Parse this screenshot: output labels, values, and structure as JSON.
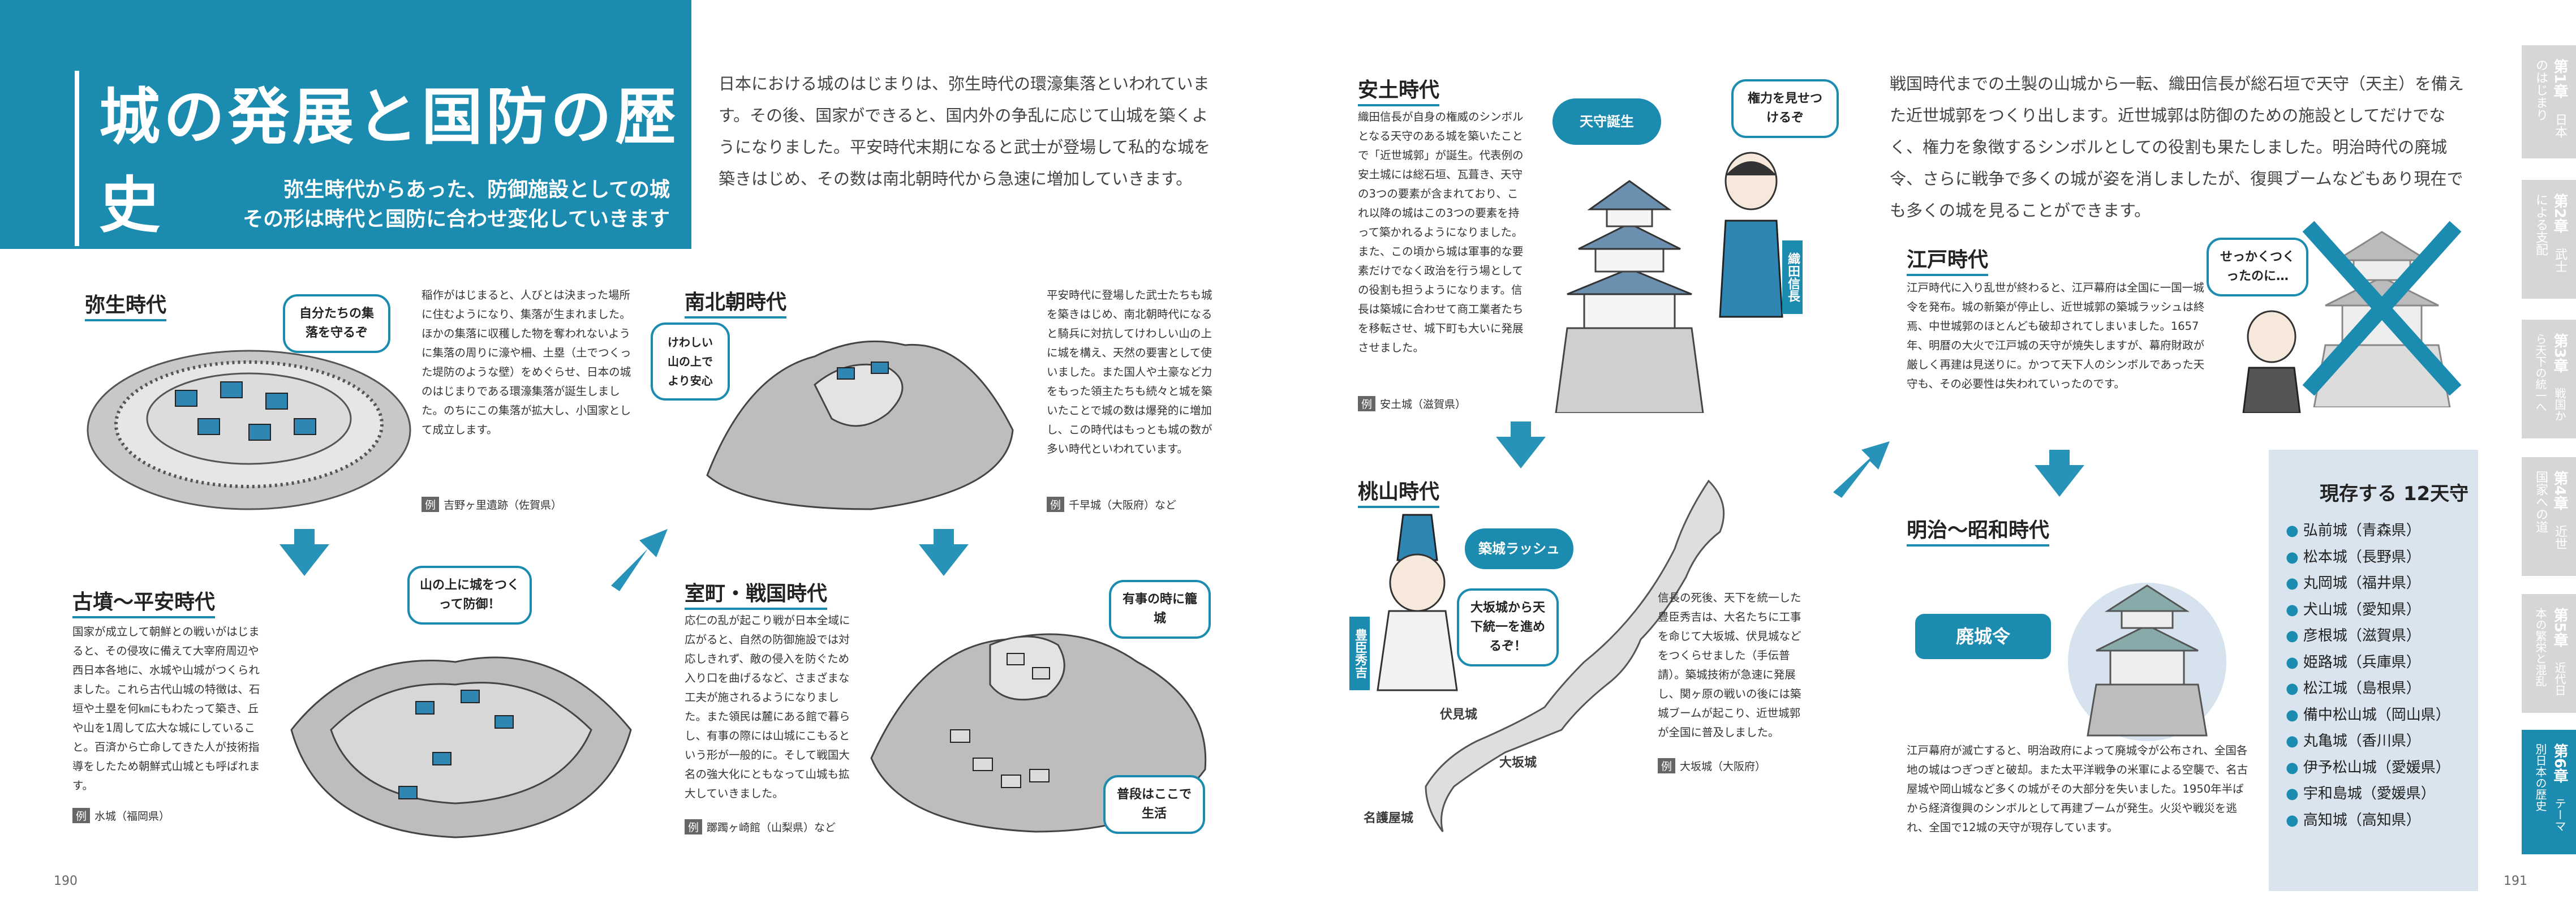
{
  "header": {
    "title": "城の発展と国防の歴史",
    "subtitle_1": "弥生時代からあった、防御施設としての城",
    "subtitle_2": "その形は時代と国防に合わせ変化していきます"
  },
  "intro_left": "日本における城のはじまりは、弥生時代の環濠集落といわれています。その後、国家ができると、国内外の争乱に応じて山城を築くようになりました。平安時代末期になると武士が登場して私的な城を築きはじめ、その数は南北朝時代から急速に増加していきます。",
  "intro_right": "戦国時代までの土製の山城から一転、織田信長が総石垣で天守（天主）を備えた近世城郭をつくり出します。近世城郭は防御のための施設としてだけでなく、権力を象徴するシンボルとしての役割も果たしました。明治時代の廃城令、さらに戦争で多くの城が姿を消しましたが、復興ブームなどもあり現在でも多くの城を見ることができます。",
  "eras": {
    "yayoi": {
      "title": "弥生時代",
      "body": "稲作がはじまると、人びとは決まった場所に住むようになり、集落が生まれました。ほかの集落に収穫した物を奪われないように集落の周りに濠や柵、土塁（土でつくった堤防のような壁）をめぐらせ、日本の城のはじまりである環濠集落が誕生しました。のちにこの集落が拡大し、小国家として成立します。",
      "example": "吉野ヶ里遺跡（佐賀県）",
      "bubble": "自分たちの集落を守るぞ"
    },
    "kofun": {
      "title": "古墳～平安時代",
      "body": "国家が成立して朝鮮との戦いがはじまると、その侵攻に備えて大宰府周辺や西日本各地に、水城や山城がつくられました。これら古代山城の特徴は、石垣や土塁を何㎞にもわたって築き、丘や山を1周して広大な城にしていること。百済から亡命してきた人が技術指導をしたため朝鮮式山城とも呼ばれます。",
      "example": "水城（福岡県）",
      "bubble": "山の上に城をつくって防御！"
    },
    "nanboku": {
      "title": "南北朝時代",
      "body": "平安時代に登場した武士たちも城を築きはじめ、南北朝時代になると騎兵に対抗してけわしい山の上に城を構え、天然の要害として使いました。また国人や土豪など力をもった領主たちも続々と城を築いたことで城の数は爆発的に増加し、この時代はもっとも城の数が多い時代といわれています。",
      "example": "千早城（大阪府）など",
      "bubble": "けわしい山の上で より安心"
    },
    "sengoku": {
      "title": "室町・戦国時代",
      "body": "応仁の乱が起こり戦が日本全域に広がると、自然の防御施設では対応しきれず、敵の侵入を防ぐため入り口を曲げるなど、さまざまな工夫が施されるようになりました。また領民は麓にある館で暮らし、有事の際には山城にこもるという形が一般的に。そして戦国大名の強大化にともなって山城も拡大していきました。",
      "example": "躑躅ヶ崎館（山梨県）など",
      "bubble1": "有事の時に籠城",
      "bubble2": "普段はここで生活"
    },
    "azuchi": {
      "title": "安土時代",
      "body": "織田信長が自身の権威のシンボルとなる天守のある城を築いたことで「近世城郭」が誕生。代表例の安土城には総石垣、瓦葺き、天守の3つの要素が含まれており、これ以降の城はこの3つの要素を持って築かれるようになりました。また、この頃から城は軍事的な要素だけでなく政治を行う場としての役割も担うようになります。信長は築城に合わせて商工業者たちを移転させ、城下町も大いに発展させました。",
      "example": "安土城（滋賀県）",
      "chip": "天守誕生",
      "bubble": "権力を見せつけるぞ",
      "tag": "織田信長"
    },
    "momoyama": {
      "title": "桃山時代",
      "body": "信長の死後、天下を統一した豊臣秀吉は、大名たちに工事を命じて大坂城、伏見城などをつくらせました（手伝普請）。築城技術が急速に発展し、関ヶ原の戦いの後には築城ブームが起こり、近世城郭が全国に普及しました。",
      "example": "大坂城（大阪府）",
      "chip": "築城ラッシュ",
      "bubble": "大坂城から天下統一を進めるぞ！",
      "tag": "豊臣秀吉",
      "map_labels": [
        "伏見城",
        "大坂城",
        "名護屋城"
      ]
    },
    "edo": {
      "title": "江戸時代",
      "body": "江戸時代に入り乱世が終わると、江戸幕府は全国に一国一城令を発布。城の新築が停止し、近世城郭の築城ラッシュは終焉、中世城郭のほとんども破却されてしまいました。1657年、明暦の大火で江戸城の天守が焼失しますが、幕府財政が厳しく再建は見送りに。かつて天下人のシンボルであった天守も、その必要性は失われていったのです。",
      "bubble": "せっかくつくったのに…"
    },
    "meiji": {
      "title": "明治～昭和時代",
      "body": "江戸幕府が滅亡すると、明治政府によって廃城令が公布され、全国各地の城はつぎつぎと破却。また太平洋戦争の米軍による空襲で、名古屋城や岡山城など多くの城がその大部分を失いました。1950年半ばから経済復興のシンボルとして再建ブームが発生。火災や戦災を逃れ、全国で12城の天守が現存しています。",
      "chip": "廃城令"
    }
  },
  "existing": {
    "heading": "現存する 12天守",
    "items": [
      "弘前城（青森県）",
      "松本城（長野県）",
      "丸岡城（福井県）",
      "犬山城（愛知県）",
      "彦根城（滋賀県）",
      "姫路城（兵庫県）",
      "松江城（島根県）",
      "備中松山城（岡山県）",
      "丸亀城（香川県）",
      "伊予松山城（愛媛県）",
      "宇和島城（愛媛県）",
      "高知城（高知県）"
    ]
  },
  "sidebar": [
    {
      "num": "第1章",
      "label": "日本のはじまり"
    },
    {
      "num": "第2章",
      "label": "武士による支配"
    },
    {
      "num": "第3章",
      "label": "戦国から天下の統一へ"
    },
    {
      "num": "第4章",
      "label": "近世国家への道"
    },
    {
      "num": "第5章",
      "label": "近代日本の繁栄と混乱"
    },
    {
      "num": "第6章",
      "label": "テーマ別日本の歴史",
      "active": true
    }
  ],
  "pages": {
    "left": "190",
    "right": "191"
  },
  "colors": {
    "accent": "#1b8bb0",
    "panel": "#d9e4ee"
  }
}
